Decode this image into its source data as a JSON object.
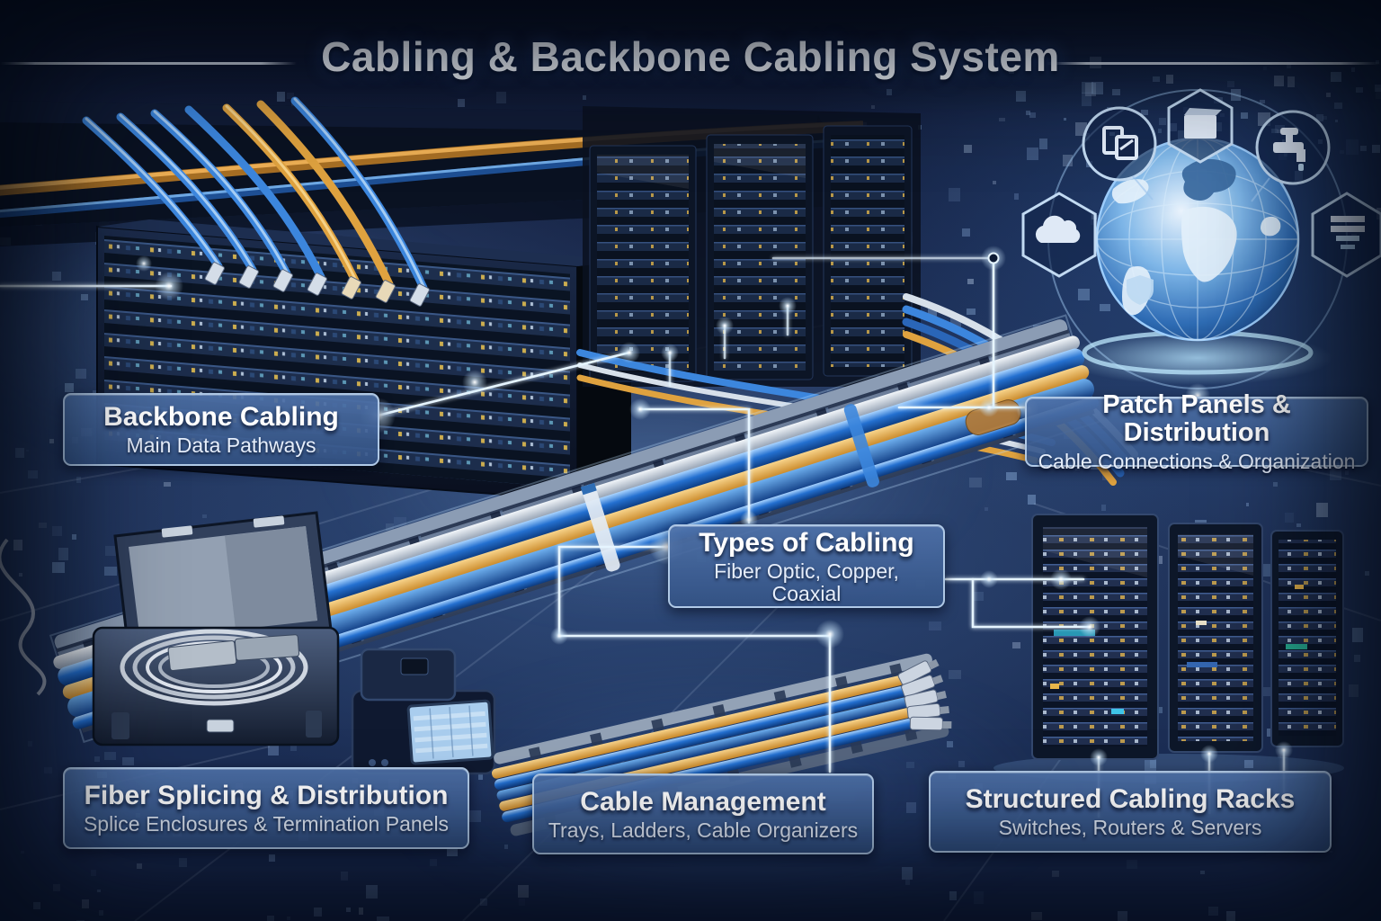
{
  "title": "Cabling & Backbone Cabling System",
  "labels": {
    "backbone": {
      "title": "Backbone Cabling",
      "subtitle": "Main Data Pathways"
    },
    "patch": {
      "title": "Patch Panels & Distribution",
      "subtitle": "Cable Connections & Organization"
    },
    "types": {
      "title": "Types of Cabling",
      "subtitle": "Fiber Optic, Copper, Coaxial"
    },
    "splicing": {
      "title": "Fiber Splicing & Distribution",
      "subtitle": "Splice Enclosures & Termination Panels"
    },
    "management": {
      "title": "Cable Management",
      "subtitle": "Trays, Ladders, Cable Organizers"
    },
    "racks": {
      "title": "Structured Cabling Racks",
      "subtitle": "Switches, Routers & Servers"
    }
  },
  "globe_ring_icons": [
    "documents-icon",
    "package-icon",
    "faucet-icon",
    "cloud-icon",
    "server-stack-icon"
  ],
  "colors": {
    "background": "#17244a",
    "cable_blue": "#2f7fd9",
    "cable_orange": "#e0a23f",
    "cable_silver": "#cfd8e4",
    "glow_line": "#dff2ff",
    "box_fill": "#3e6199",
    "box_border": "#bcd5f0",
    "title_text": "#f3f7fd"
  }
}
